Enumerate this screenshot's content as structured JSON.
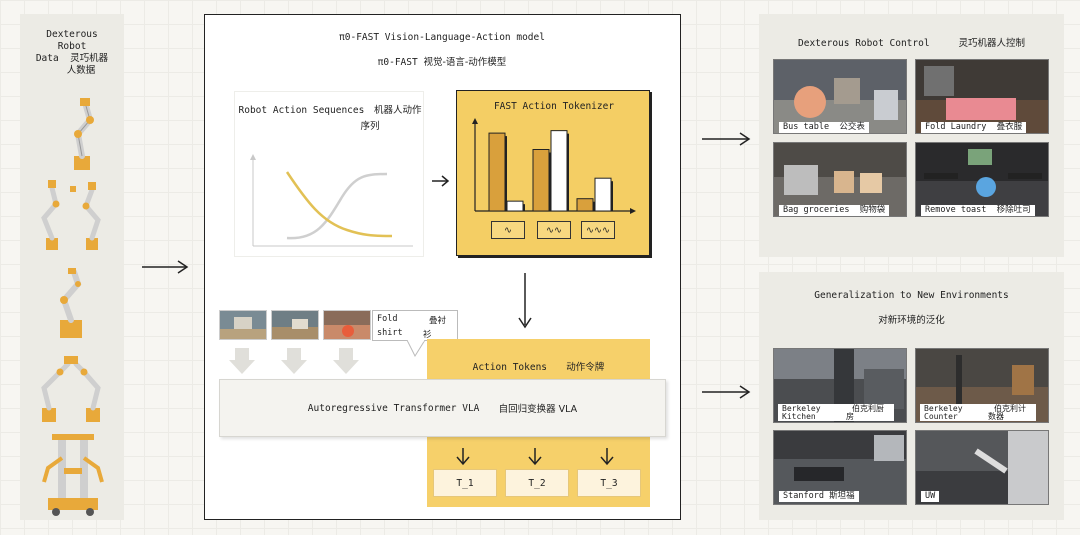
{
  "left": {
    "title_line1": "Dexterous",
    "title_line2": "Robot",
    "title_line3": "Data",
    "title_cn1": "灵巧机器",
    "title_cn2": "人数据"
  },
  "model": {
    "title": "π0-FAST Vision-Language-Action model",
    "subtitle_prefix": "π0-FAST",
    "subtitle_cn": "视觉-语言-动作模型"
  },
  "sequences": {
    "title_en": "Robot Action Sequences",
    "title_cn1": "机器人动作",
    "title_cn2": "序列"
  },
  "tokenizer": {
    "title": "FAST Action Tokenizer",
    "waves": [
      "∿",
      "∿∿",
      "∿∿∿"
    ],
    "bars": [
      [
        0.95,
        0.12
      ],
      [
        0.75,
        0.98
      ],
      [
        0.15,
        0.4
      ]
    ]
  },
  "instruction": {
    "en1": "Fold",
    "en2": "shirt",
    "cn1": "叠衬",
    "cn2": "衫"
  },
  "action_tokens": {
    "label_en": "Action Tokens",
    "label_cn": "动作令牌",
    "tokens": [
      "T_1",
      "T_2",
      "T_3"
    ]
  },
  "transformer": {
    "label_en": "Autoregressive Transformer VLA",
    "label_cn": "自回归变换器 VLA"
  },
  "control": {
    "title_en": "Dexterous Robot Control",
    "title_cn": "灵巧机器人控制",
    "tasks": [
      {
        "en": "Bus table",
        "cn": "公交表"
      },
      {
        "en": "Fold Laundry",
        "cn": "叠衣服"
      },
      {
        "en": "Bag groceries",
        "cn": "购物袋"
      },
      {
        "en": "Remove toast",
        "cn": "移除吐司"
      }
    ]
  },
  "generalization": {
    "title_en": "Generalization to New Environments",
    "title_cn": "对新环境的泛化",
    "envs": [
      {
        "en1": "Berkeley",
        "en2": "Kitchen",
        "cn1": "伯克利厨",
        "cn2": "房"
      },
      {
        "en1": "Berkeley",
        "en2": "Counter",
        "cn1": "伯克利计",
        "cn2": "数器"
      },
      {
        "en": "Stanford",
        "cn": "斯坦福"
      },
      {
        "en": "UW"
      }
    ]
  },
  "colors": {
    "accent_yellow": "#f4ce64",
    "bar_orange": "#d9a03c",
    "curve_yellow": "#e2c155",
    "curve_gray": "#cfcfcf"
  }
}
